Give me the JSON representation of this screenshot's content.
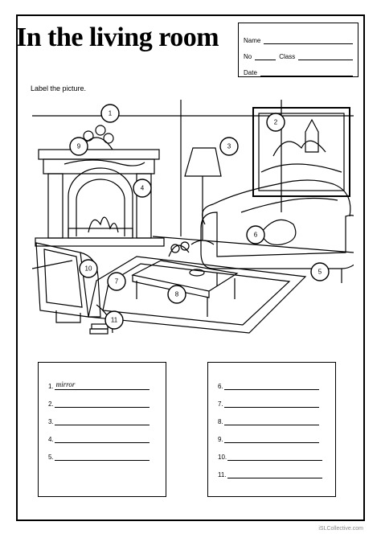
{
  "header": {
    "title": "In the living room",
    "fields": {
      "name_label": "Name",
      "no_label": "No",
      "class_label": "Class",
      "date_label": "Date"
    }
  },
  "instruction": "Label the picture.",
  "callouts": [
    "1",
    "2",
    "3",
    "4",
    "5",
    "6",
    "7",
    "8",
    "9",
    "10",
    "11"
  ],
  "answers": {
    "left": [
      {
        "num": "1.",
        "text": "mirror"
      },
      {
        "num": "2.",
        "text": ""
      },
      {
        "num": "3.",
        "text": ""
      },
      {
        "num": "4.",
        "text": ""
      },
      {
        "num": "5.",
        "text": ""
      }
    ],
    "right": [
      {
        "num": "6.",
        "text": ""
      },
      {
        "num": "7.",
        "text": ""
      },
      {
        "num": "8.",
        "text": ""
      },
      {
        "num": "9.",
        "text": ""
      },
      {
        "num": "10.",
        "text": ""
      },
      {
        "num": "11.",
        "text": ""
      }
    ]
  },
  "footer": "iSLCollective.com"
}
